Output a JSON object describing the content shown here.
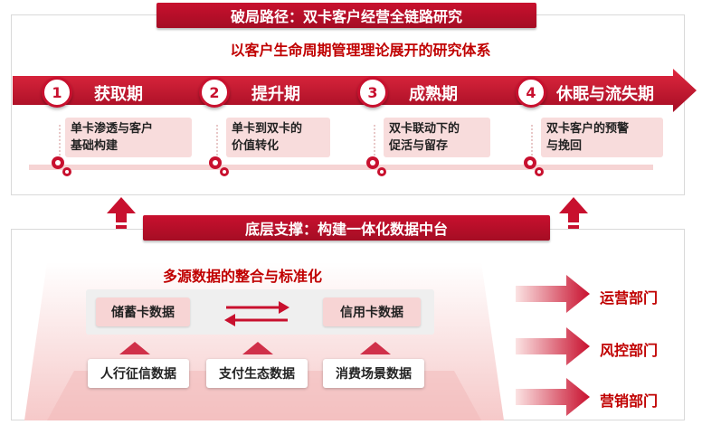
{
  "header": {
    "title": "破局路径：双卡客户经营全链路研究",
    "subtitle": "以客户生命周期管理理论展开的研究体系"
  },
  "stages": [
    {
      "num": "1",
      "label": "获取期",
      "desc": [
        "单卡渗透与客户",
        "基础构建"
      ]
    },
    {
      "num": "2",
      "label": "提升期",
      "desc": [
        "单卡到双卡的",
        "价值转化"
      ]
    },
    {
      "num": "3",
      "label": "成熟期",
      "desc": [
        "双卡联动下的",
        "促活与留存"
      ]
    },
    {
      "num": "4",
      "label": "休眠与流失期",
      "desc": [
        "双卡客户的预警",
        "与挽回"
      ]
    }
  ],
  "support": {
    "title": "底层支撑：构建一体化数据中台",
    "integration_title": "多源数据的整合与标准化",
    "core_data": [
      "储蓄卡数据",
      "信用卡数据"
    ],
    "sources": [
      "人行征信数据",
      "支付生态数据",
      "消费场景数据"
    ]
  },
  "departments": [
    "运营部门",
    "风控部门",
    "营销部门"
  ],
  "colors": {
    "accent": "#c8102e",
    "dark_accent": "#a50d24",
    "light_pink": "#f8dcdc"
  }
}
